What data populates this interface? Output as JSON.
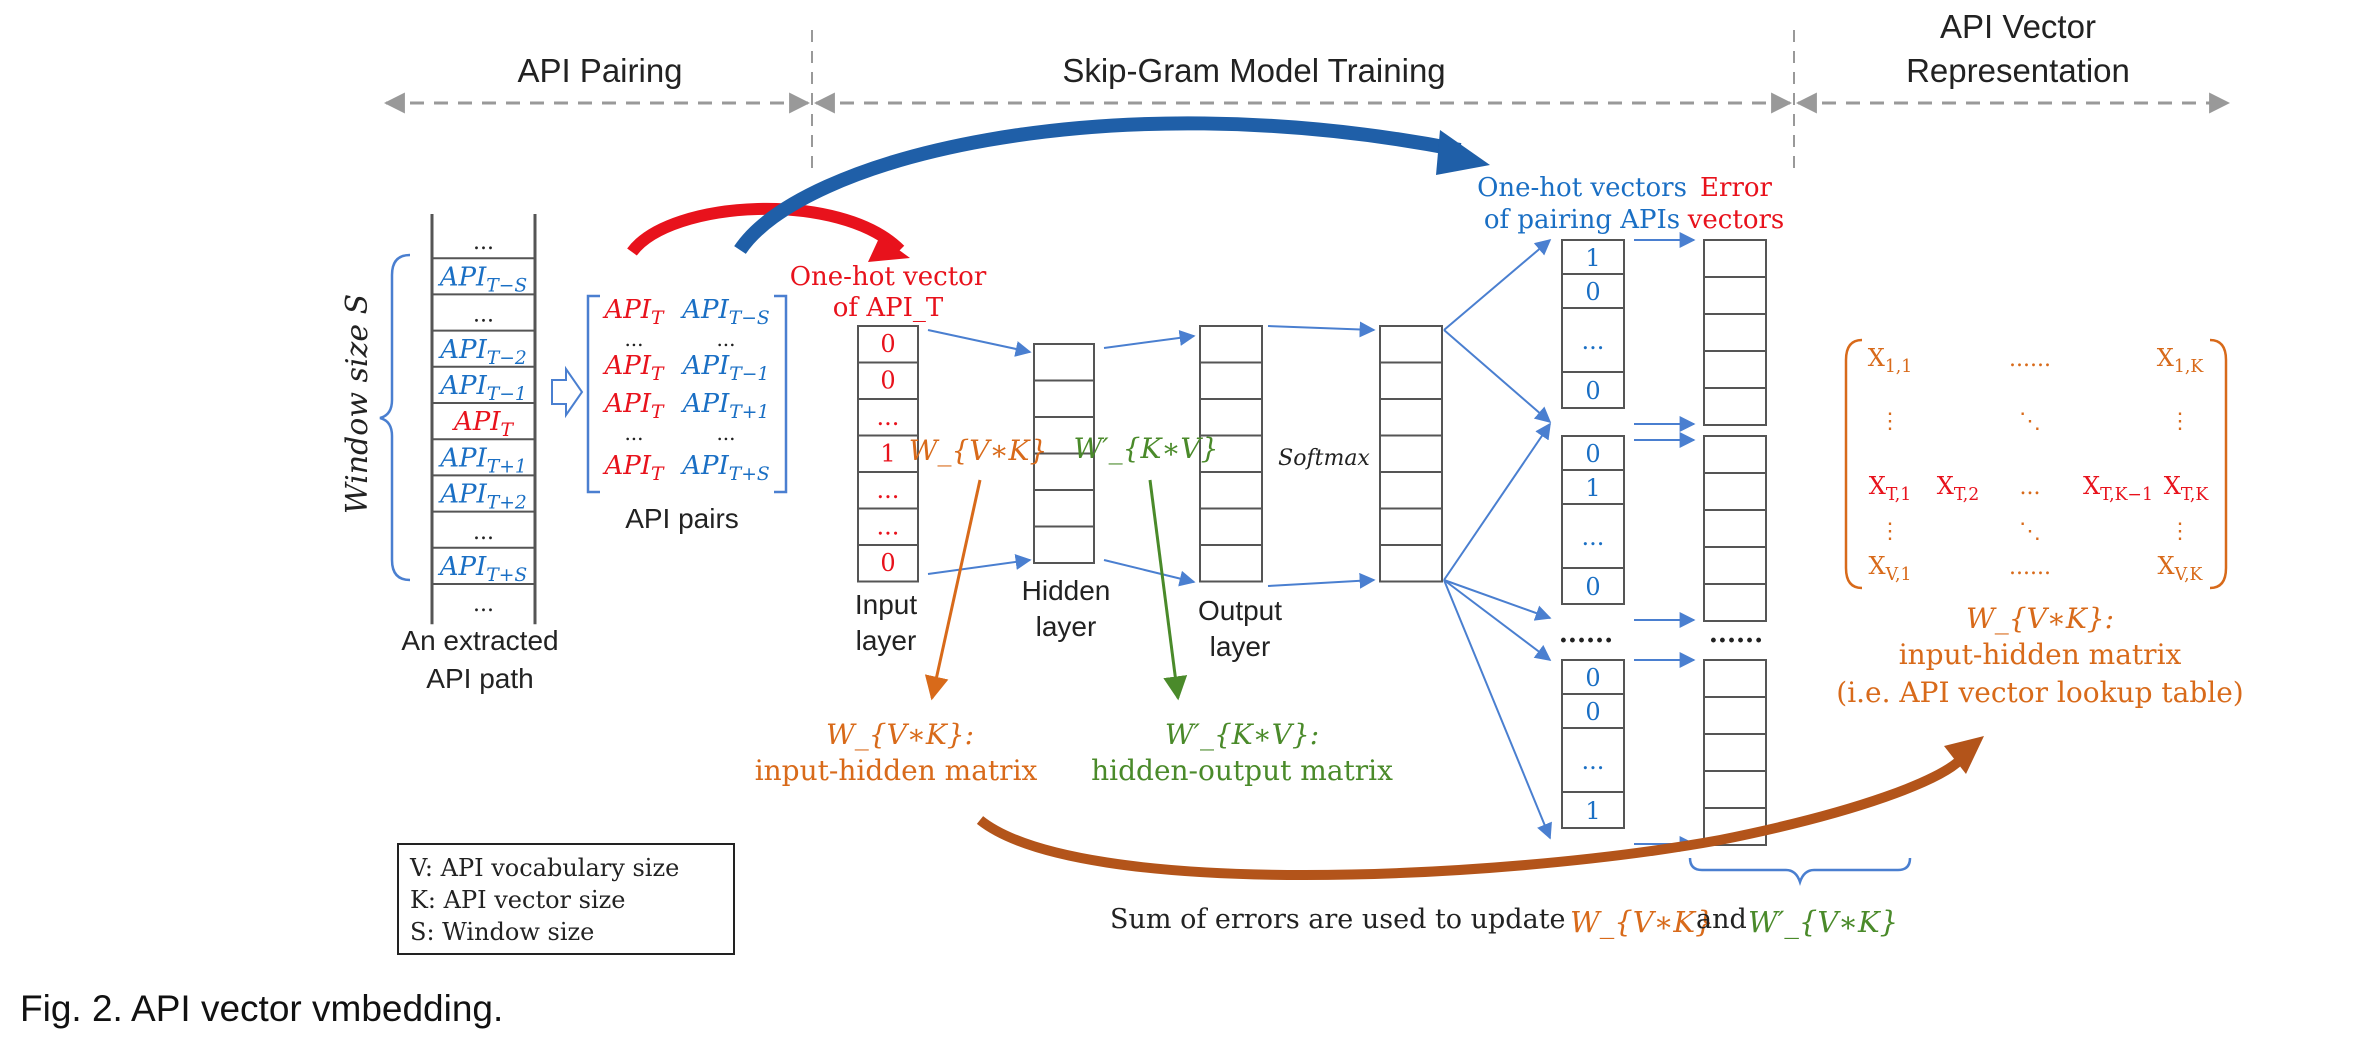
{
  "sections": {
    "pairing": "API Pairing",
    "training": "Skip-Gram Model Training",
    "vector_line1": "API Vector",
    "vector_line2": "Representation"
  },
  "path_cells": [
    "...",
    "API_{T−S}",
    "...",
    "API_{T−2}",
    "API_{T−1}",
    "API_T",
    "API_{T+1}",
    "API_{T+2}",
    "...",
    "API_{T+S}",
    "..."
  ],
  "window_label": "Window size S",
  "path_label": [
    "An extracted",
    "API path"
  ],
  "pairs": [
    [
      "API_T",
      "API_{T−S}"
    ],
    [
      "...",
      "..."
    ],
    [
      "API_T",
      "API_{T−1}"
    ],
    [
      "API_T",
      "API_{T+1}"
    ],
    [
      "...",
      "..."
    ],
    [
      "API_T",
      "API_{T+S}"
    ]
  ],
  "pairs_label": "API pairs",
  "onehot_title": [
    "One-hot vector",
    "of API_T"
  ],
  "input_cells": [
    "0",
    "0",
    "...",
    "1",
    "...",
    "...",
    "0"
  ],
  "input_label": [
    "Input",
    "layer"
  ],
  "hidden_label": [
    "Hidden",
    "layer"
  ],
  "output_label": [
    "Output",
    "layer"
  ],
  "softmax": "Softmax",
  "w_in": "W_{V∗K}",
  "w_out": "W′_{K∗V}",
  "w_in_caption": [
    "W_{V∗K}:",
    "input-hidden matrix"
  ],
  "w_out_caption": [
    "W′_{K∗V}:",
    "hidden-output matrix"
  ],
  "pairing_vectors_title": [
    "One-hot vectors",
    "of pairing APIs"
  ],
  "error_title": [
    "Error",
    "vectors"
  ],
  "onehot_groups": [
    [
      "1",
      "0",
      "...",
      "0"
    ],
    [
      "0",
      "1",
      "...",
      "0"
    ],
    [
      "0",
      "0",
      "...",
      "1"
    ]
  ],
  "between_dots": "......",
  "matrix": {
    "rows": [
      [
        "X_{1,1}",
        "......",
        "X_{1,K}"
      ],
      [
        "⋮",
        "⋱",
        "⋮"
      ],
      [
        "X_{T,1}",
        "X_{T,2}",
        "...",
        "X_{T,K−1}",
        "X_{T,K}"
      ],
      [
        "⋮",
        "⋱",
        "⋮"
      ],
      [
        "X_{V,1}",
        "......",
        "X_{V,K}"
      ]
    ]
  },
  "matrix_caption": [
    "W_{V∗K}:",
    "input-hidden matrix",
    "(i.e. API vector lookup table)"
  ],
  "sum_text": "Sum of errors are used to update",
  "sum_and": "and",
  "sum_w1": "W_{V∗K}",
  "sum_w2": "W′_{V∗K}",
  "legend": [
    "V: API vocabulary size",
    "K: API vector size",
    "S: Window size"
  ],
  "caption": "Fig. 2. API vector vmbedding.",
  "colors": {
    "blue": "#1a6fc4",
    "red": "#e8121c",
    "orange": "#d86a1a",
    "green": "#4a8a2a",
    "line_blue": "#4a7fd0",
    "cell": "#555555",
    "dash": "#999999"
  }
}
